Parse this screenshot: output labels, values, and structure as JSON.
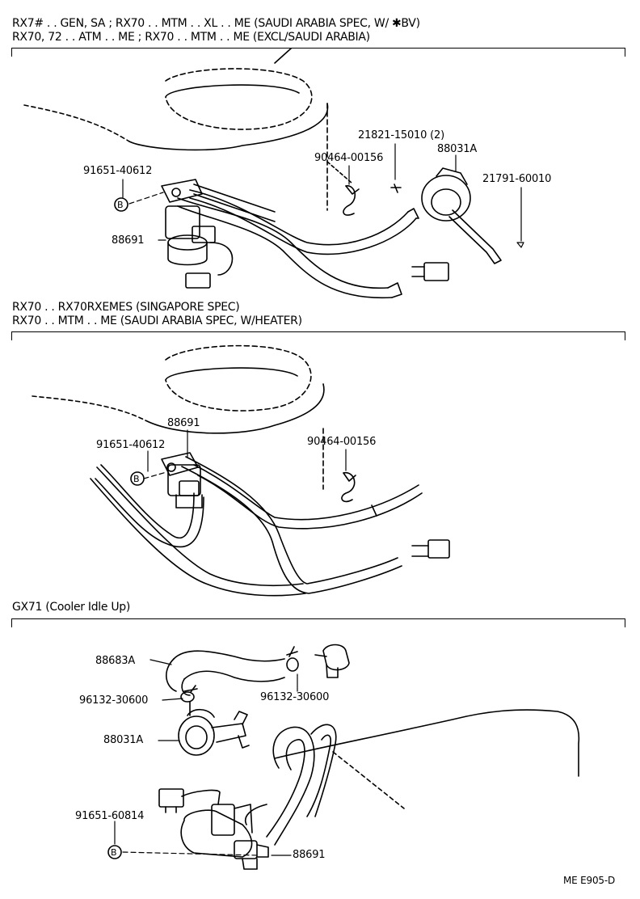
{
  "sections": [
    {
      "header_lines": [
        "RX7# . . GEN, SA ; RX70 . . MTM . . XL . . ME (SAUDI ARABIA SPEC, W/ ✱BV)",
        "RX70, 72 . . ATM . . ME ; RX70 . . MTM . . ME (EXCL/SAUDI ARABIA)"
      ],
      "part_labels": {
        "p1": "21821-15010 (2)",
        "p2": "88031A",
        "p3": "90464-00156",
        "p4": "91651-40612",
        "p5": "21791-60010",
        "p6": "88691"
      }
    },
    {
      "header_lines": [
        "RX70 . . RX70RXEMES (SINGAPORE SPEC)",
        "RX70 . . MTM . . ME (SAUDI ARABIA SPEC, W/HEATER)"
      ],
      "part_labels": {
        "p1": "88691",
        "p2": "90464-00156",
        "p3": "91651-40612"
      }
    },
    {
      "header_lines": [
        "GX71 (Cooler Idle Up)"
      ],
      "part_labels": {
        "p1": "88683A",
        "p2": "96132-30600",
        "p3": "96132-30600",
        "p4": "88031A",
        "p5": "91651-60814",
        "p6": "88691"
      }
    }
  ],
  "bolt_symbol": "B",
  "footer_code": "ME E905-D"
}
